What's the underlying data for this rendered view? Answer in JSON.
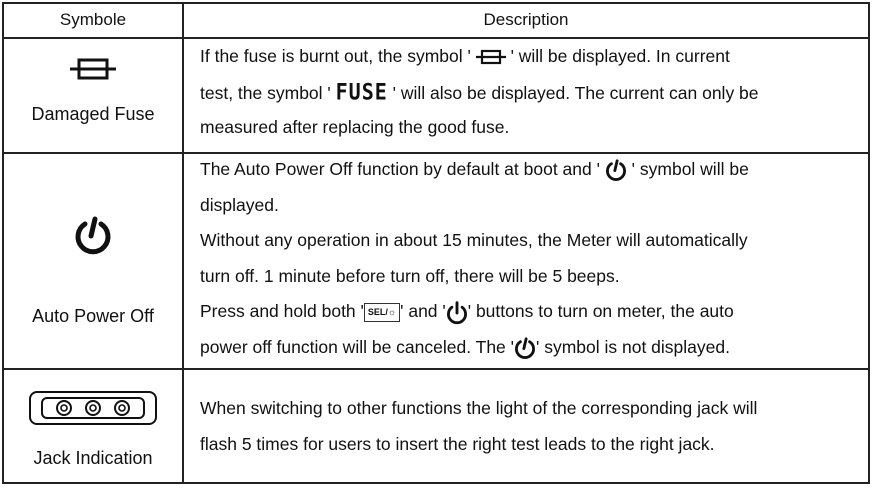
{
  "header": {
    "symbol_col": "Symbole",
    "desc_col": "Description"
  },
  "rows": [
    {
      "label": "Damaged Fuse",
      "icon": "fuse-icon",
      "lines": [
        {
          "a": "If the fuse is burnt out, the symbol ' ",
          "b": " ' will be displayed. In current"
        },
        {
          "a": "test, the symbol ' ",
          "word": "FUSE",
          "b": " ' will also be displayed. The current can only be"
        },
        {
          "a": "measured after replacing the good fuse."
        }
      ]
    },
    {
      "label": "Auto Power Off",
      "icon": "power-icon",
      "lines": [
        {
          "a": "The Auto Power Off function by default at boot and ' ",
          "b": " ' symbol will be"
        },
        {
          "a": "displayed."
        },
        {
          "a": "Without any operation in about 15 minutes, the Meter will automatically"
        },
        {
          "a": "turn off. 1 minute before turn off, there will be 5 beeps."
        },
        {
          "a": "Press and hold both '",
          "key": "SEL/☼",
          "b": "' and '",
          "c": "' buttons to turn on meter, the auto"
        },
        {
          "a": "power off function will be canceled. The '",
          "b": "' symbol is not displayed."
        }
      ]
    },
    {
      "label": "Jack Indication",
      "icon": "jack-icon",
      "lines": [
        {
          "a": "When switching to other functions the light of the corresponding jack will"
        },
        {
          "a": "flash 5 times for users to insert the right test leads to the right jack."
        }
      ]
    }
  ]
}
